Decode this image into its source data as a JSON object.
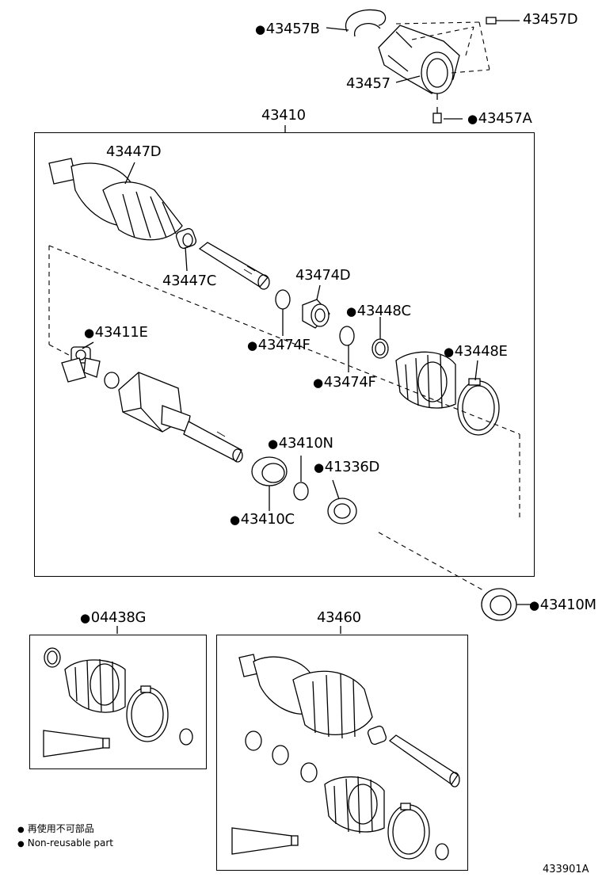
{
  "labels": {
    "p43457B": "43457B",
    "p43457D": "43457D",
    "p43457": "43457",
    "p43457A": "43457A",
    "p43410": "43410",
    "p43447D": "43447D",
    "p43447C": "43447C",
    "p43474D": "43474D",
    "p43474F_1": "43474F",
    "p43448C": "43448C",
    "p43411E": "43411E",
    "p43474F_2": "43474F",
    "p43448E": "43448E",
    "p43410N": "43410N",
    "p41336D": "41336D",
    "p43410C": "43410C",
    "p43410M": "43410M",
    "p04438G": "04438G",
    "p43460": "43460"
  },
  "legend": {
    "line1": "再使用不可部品",
    "line2": "Non-reusable part"
  },
  "diagram_code": "433901A",
  "marker_glyph": "●"
}
